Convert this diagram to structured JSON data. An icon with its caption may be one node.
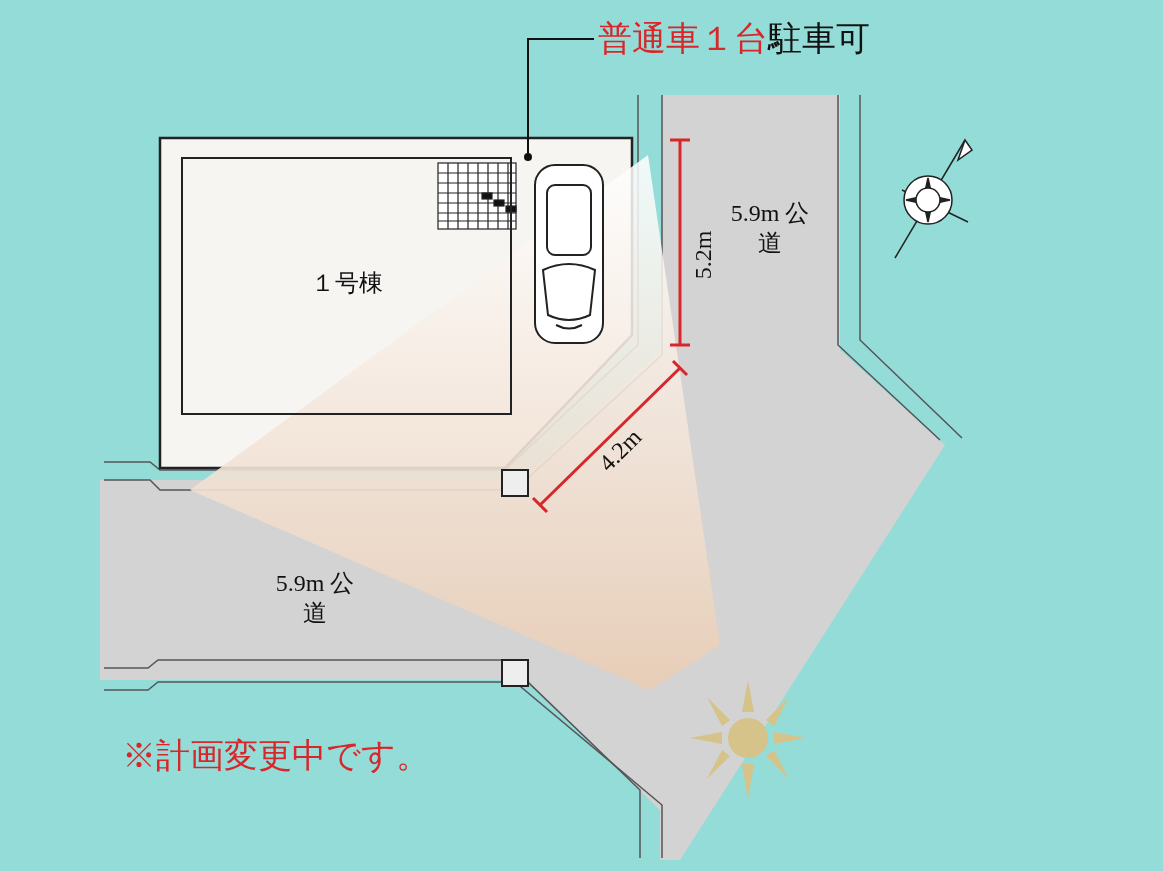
{
  "diagram": {
    "nodes": [
      {
        "text": [
          "普通車１台",
          "駐車可"
        ]
      },
      {
        "text": [
          "１号棟"
        ]
      },
      {
        "text": [],
        "shape": "picture"
      }
    ],
    "edges": [
      {
        "from": 0,
        "to": 2,
        "arrow": "other"
      }
    ],
    "labels": [
      "5.2m",
      "5.9m 公道",
      "4.2m",
      "5.9m 公道",
      "※計画変更中です。"
    ]
  }
}
